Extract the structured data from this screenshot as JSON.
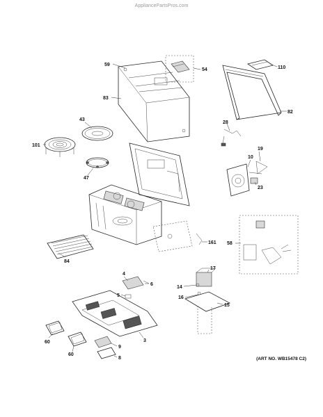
{
  "site": "AppliancePartsPros.com",
  "art_number": "(ART NO. WB15478 C2)",
  "callouts": [
    "59",
    "54",
    "110",
    "83",
    "82",
    "43",
    "28",
    "101",
    "19",
    "10",
    "47",
    "23",
    "58",
    "161",
    "84",
    "17",
    "4",
    "6",
    "14",
    "5",
    "16",
    "15",
    "60",
    "9",
    "60",
    "8",
    "3"
  ]
}
